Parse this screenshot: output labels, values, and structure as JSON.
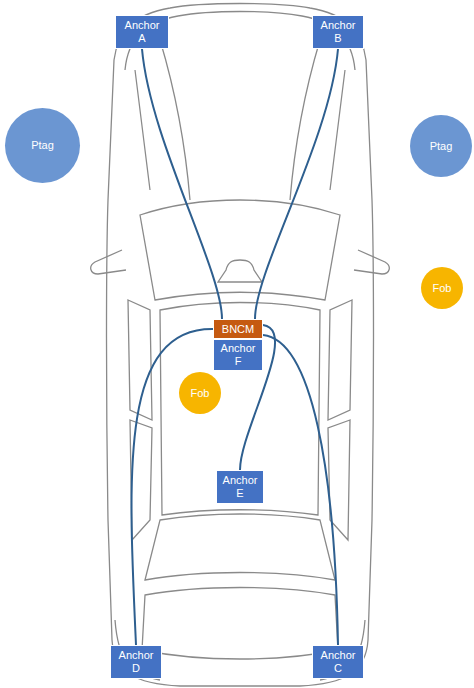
{
  "diagram": {
    "nodes": [
      {
        "text": [
          "Anchor A"
        ]
      },
      {
        "text": [
          "Anchor B"
        ]
      },
      {
        "text": [
          "Ptag"
        ]
      },
      {
        "text": [
          "Ptag"
        ]
      },
      {
        "text": [
          "Fob"
        ]
      },
      {
        "text": [
          "BNCM"
        ]
      },
      {
        "text": [
          "Anchor F"
        ]
      },
      {
        "text": [
          "Fob"
        ]
      },
      {
        "text": [
          "Anchor E"
        ]
      },
      {
        "text": [
          "Anchor D"
        ]
      },
      {
        "text": [
          "Anchor C"
        ]
      }
    ],
    "edges": [
      {
        "from": 5,
        "to": 0,
        "arrow": "none"
      },
      {
        "from": 5,
        "to": 1,
        "arrow": "none"
      },
      {
        "from": 5,
        "to": 8,
        "arrow": "none"
      },
      {
        "from": 5,
        "to": 9,
        "arrow": "none"
      },
      {
        "from": 5,
        "to": 10,
        "arrow": "none"
      }
    ]
  }
}
